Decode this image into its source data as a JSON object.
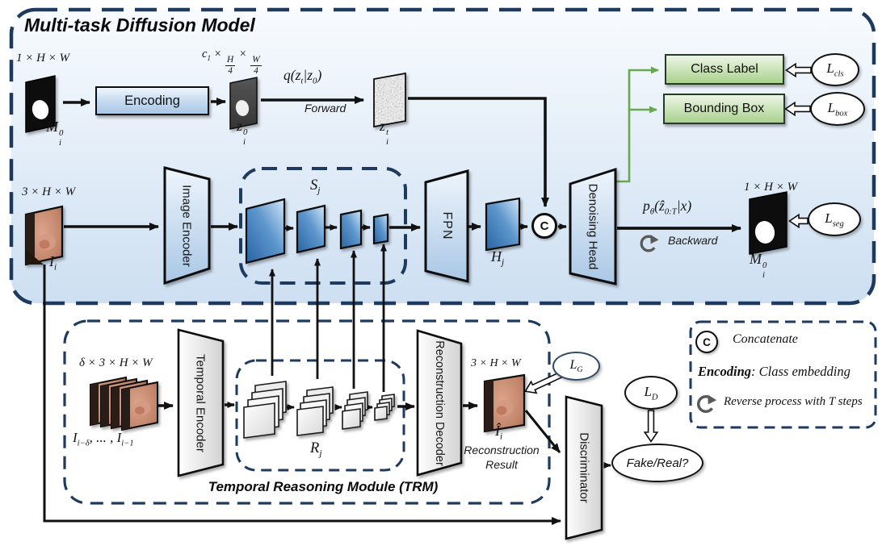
{
  "diffusion": {
    "title": "Multi-task Diffusion Model",
    "mask": {
      "dims": "1 × H × W",
      "label": [
        {
          "t": "M"
        },
        {
          "ss": [
            "0",
            "i"
          ]
        }
      ]
    },
    "encoding_box": "Encoding",
    "latent": {
      "dims": [
        {
          "t": "c"
        },
        {
          "sub": "1"
        },
        {
          "t": " × "
        },
        {
          "frac": [
            "H",
            "4"
          ]
        },
        {
          "t": " × "
        },
        {
          "frac": [
            "W",
            "4"
          ]
        }
      ],
      "label": [
        {
          "t": "z"
        },
        {
          "ss": [
            "0",
            "i"
          ]
        }
      ]
    },
    "forward": {
      "formula": [
        {
          "t": "q(z"
        },
        {
          "sub": "t"
        },
        {
          "t": "|z"
        },
        {
          "sub": "0"
        },
        {
          "t": ")"
        }
      ],
      "caption": "Forward"
    },
    "noisy_latent": {
      "label": [
        {
          "t": "z"
        },
        {
          "ss": [
            "t",
            "i"
          ]
        }
      ]
    },
    "class_label_box": "Class Label",
    "bounding_box_box": "Bounding Box",
    "loss_cls": [
      {
        "t": "L"
      },
      {
        "sub": "cls"
      }
    ],
    "loss_box": [
      {
        "t": "L"
      },
      {
        "sub": "box"
      }
    ],
    "input_image": {
      "dims": "3 × H × W",
      "label": [
        {
          "t": "I"
        },
        {
          "sub": "i"
        }
      ]
    },
    "image_encoder": "Image Encoder",
    "spatial_features": [
      {
        "t": "S"
      },
      {
        "sub": "j"
      }
    ],
    "fpn": "FPN",
    "fused_features": [
      {
        "t": "H"
      },
      {
        "sub": "j"
      }
    ],
    "concat_symbol": "C",
    "denoising_head": "Denoising Head",
    "backward": {
      "formula": [
        {
          "t": "p"
        },
        {
          "sub": "θ"
        },
        {
          "t": "(ẑ"
        },
        {
          "sub": "0:T"
        },
        {
          "t": "|x)"
        }
      ],
      "caption": "Backward"
    },
    "output_mask": {
      "dims": "1 × H × W",
      "label": [
        {
          "t": "M̂"
        },
        {
          "ss": [
            "0",
            "i"
          ]
        }
      ]
    },
    "loss_seg": [
      {
        "t": "L"
      },
      {
        "sub": "seg"
      }
    ]
  },
  "trm": {
    "title": "Temporal Reasoning Module (TRM)",
    "frame_stack": {
      "dims": "δ × 3 × H × W",
      "label": [
        {
          "t": "I"
        },
        {
          "sub": "i−δ"
        },
        {
          "t": ", ... , I"
        },
        {
          "sub": "i−1"
        }
      ]
    },
    "temporal_encoder": "Temporal Encoder",
    "temporal_features": [
      {
        "t": "R"
      },
      {
        "sub": "j"
      }
    ],
    "reconstruction_decoder": "Reconstruction Decoder",
    "reconstruction": {
      "dims": "3 × H × W",
      "label": [
        {
          "t": "Î"
        },
        {
          "sub": "i"
        }
      ],
      "caption": "Reconstruction Result"
    },
    "loss_g": [
      {
        "t": "L"
      },
      {
        "sub": "G"
      }
    ]
  },
  "gan": {
    "discriminator": "Discriminator",
    "loss_d": [
      {
        "t": "L"
      },
      {
        "sub": "D"
      }
    ],
    "output": "Fake/Real?"
  },
  "legend": {
    "concat_symbol": "C",
    "concat_text": "Concatenate",
    "encoding_term": "Encoding",
    "encoding_desc": ": Class embedding",
    "reverse_text": "Reverse process with T steps"
  },
  "colors": {
    "navy_border": "#1e3a5f",
    "green_accent": "#6aa84f",
    "feature_blue": "#2b6cad",
    "panel_blue": "#cddff2"
  }
}
